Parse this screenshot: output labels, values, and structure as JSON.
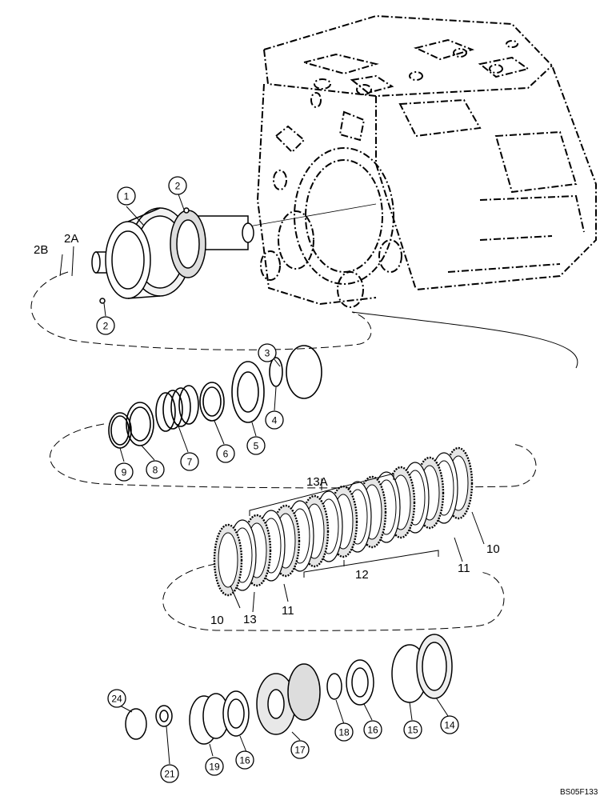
{
  "diagram": {
    "callouts": [
      {
        "id": "c1",
        "label": "1"
      },
      {
        "id": "c2a",
        "label": "2"
      },
      {
        "id": "c2b",
        "label": "2"
      },
      {
        "id": "c3",
        "label": "3"
      },
      {
        "id": "c4",
        "label": "4"
      },
      {
        "id": "c5",
        "label": "5"
      },
      {
        "id": "c6",
        "label": "6"
      },
      {
        "id": "c7",
        "label": "7"
      },
      {
        "id": "c8",
        "label": "8"
      },
      {
        "id": "c9",
        "label": "9"
      },
      {
        "id": "c14",
        "label": "14"
      },
      {
        "id": "c15",
        "label": "15"
      },
      {
        "id": "c16a",
        "label": "16"
      },
      {
        "id": "c16b",
        "label": "16"
      },
      {
        "id": "c17",
        "label": "17"
      },
      {
        "id": "c18",
        "label": "18"
      },
      {
        "id": "c19",
        "label": "19"
      },
      {
        "id": "c21",
        "label": "21"
      },
      {
        "id": "c24",
        "label": "24"
      }
    ],
    "labels": [
      {
        "id": "l2b",
        "text": "2B"
      },
      {
        "id": "l2a",
        "text": "2A"
      },
      {
        "id": "l13a",
        "text": "13A"
      },
      {
        "id": "l10a",
        "text": "10"
      },
      {
        "id": "l11a",
        "text": "11"
      },
      {
        "id": "l12",
        "text": "12"
      },
      {
        "id": "l10b",
        "text": "10"
      },
      {
        "id": "l13",
        "text": "13"
      },
      {
        "id": "l11b",
        "text": "11"
      }
    ],
    "reference_code": "BS05F133"
  }
}
